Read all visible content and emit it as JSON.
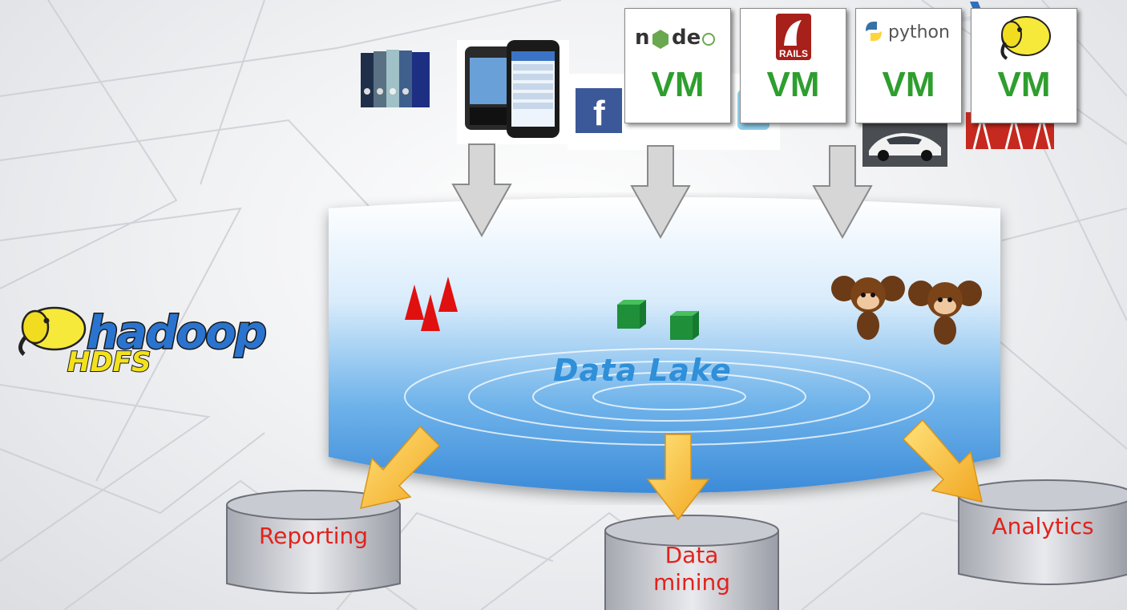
{
  "vm_boxes": [
    {
      "logo": "node-js-logo",
      "logo_text": "node",
      "label": "VM"
    },
    {
      "logo": "rails-logo",
      "logo_text": "RAILS",
      "label": "VM"
    },
    {
      "logo": "python-logo",
      "logo_text": "python",
      "label": "VM"
    },
    {
      "logo": "hadoop-elephant-logo",
      "label": "VM"
    }
  ],
  "lake": {
    "title": "Data Lake"
  },
  "hadoop": {
    "word": "hadoop",
    "subword": "HDFS"
  },
  "outputs": [
    {
      "label": "Reporting"
    },
    {
      "label": "Data\nmining"
    },
    {
      "label": "Analytics"
    }
  ],
  "colors": {
    "vm_text": "#2e9e2e",
    "lake_title": "#2f8fd8",
    "output_label": "#e0231c",
    "arrow_out": "#f5b830",
    "arrow_in": "#c8c8c8"
  }
}
